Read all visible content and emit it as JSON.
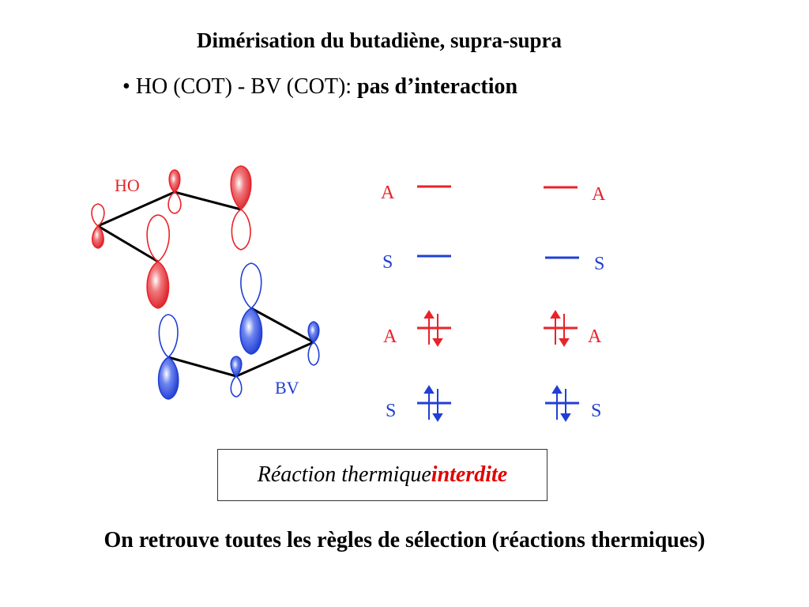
{
  "title": "Dimérisation du butadiène, supra-supra",
  "bullet": {
    "symbol": "•",
    "text": "HO (COT) - BV (COT): ",
    "emphasis": "pas d’interaction"
  },
  "orbital_labels": {
    "homo": "HO",
    "lumo": "BV"
  },
  "correlation": {
    "left": [
      "A",
      "S",
      "A",
      "S"
    ],
    "right": [
      "A",
      "S",
      "A",
      "S"
    ]
  },
  "result": {
    "prefix": "Réaction thermique",
    "emphasis": "interdite"
  },
  "conclusion": "On retrouve toutes les règles de sélection (réactions thermiques)",
  "colors": {
    "red": "#e8232a",
    "blue": "#1f3fd6",
    "black": "#000000"
  }
}
